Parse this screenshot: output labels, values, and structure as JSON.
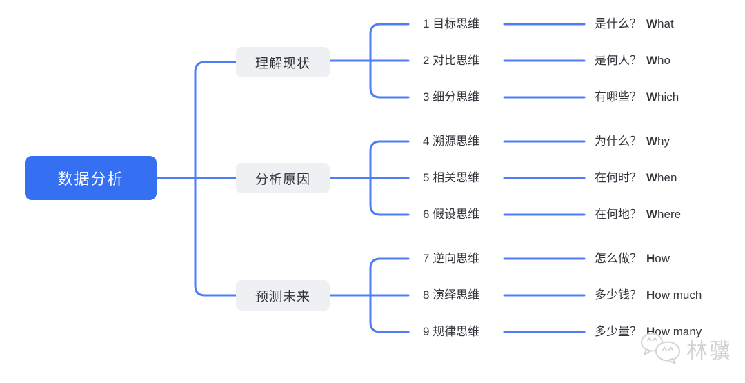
{
  "root": {
    "label": "数据分析"
  },
  "branches": [
    {
      "label": "理解现状",
      "children": [
        {
          "label": "1 目标思维",
          "q_zh": "是什么？",
          "q_en_initial": "W",
          "q_en_rest": "hat"
        },
        {
          "label": "2 对比思维",
          "q_zh": "是何人？",
          "q_en_initial": "W",
          "q_en_rest": "ho"
        },
        {
          "label": "3 细分思维",
          "q_zh": "有哪些？",
          "q_en_initial": "W",
          "q_en_rest": "hich"
        }
      ]
    },
    {
      "label": "分析原因",
      "children": [
        {
          "label": "4 溯源思维",
          "q_zh": "为什么？",
          "q_en_initial": "W",
          "q_en_rest": "hy"
        },
        {
          "label": "5 相关思维",
          "q_zh": "在何时？",
          "q_en_initial": "W",
          "q_en_rest": "hen"
        },
        {
          "label": "6 假设思维",
          "q_zh": "在何地？",
          "q_en_initial": "W",
          "q_en_rest": "here"
        }
      ]
    },
    {
      "label": "预测未来",
      "children": [
        {
          "label": "7 逆向思维",
          "q_zh": "怎么做？",
          "q_en_initial": "H",
          "q_en_rest": "ow"
        },
        {
          "label": "8 演绎思维",
          "q_zh": "多少钱？",
          "q_en_initial": "H",
          "q_en_rest": "ow much"
        },
        {
          "label": "9 规律思维",
          "q_zh": "多少量？",
          "q_en_initial": "H",
          "q_en_rest": "ow many"
        }
      ]
    }
  ],
  "watermark": {
    "label": "林骥",
    "icon": "wechat-icon"
  },
  "colors": {
    "root_bg": "#3570f3",
    "line": "#4d7ef7",
    "branch_bg": "#eef0f3",
    "text": "#32363c",
    "watermark": "#d2d2d2"
  }
}
